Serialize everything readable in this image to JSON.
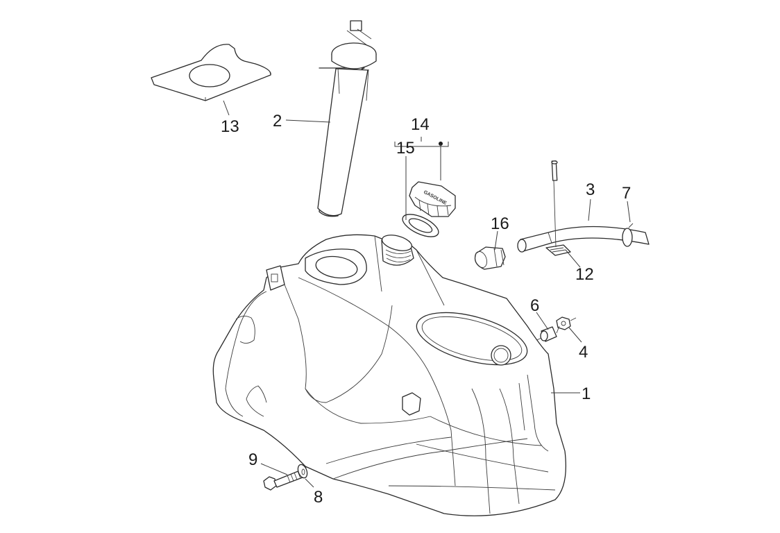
{
  "diagram": {
    "title": "Fuel tank exploded parts diagram",
    "labels": [
      {
        "id": "1",
        "text": "1",
        "part": "fuel-tank"
      },
      {
        "id": "2",
        "text": "2",
        "part": "fuel-level-sender"
      },
      {
        "id": "3",
        "text": "3",
        "part": "breather-hose"
      },
      {
        "id": "4",
        "text": "4",
        "part": "nut"
      },
      {
        "id": "6",
        "text": "6",
        "part": "spacer"
      },
      {
        "id": "7",
        "text": "7",
        "part": "hose-clamp"
      },
      {
        "id": "8",
        "text": "8",
        "part": "washer"
      },
      {
        "id": "9",
        "text": "9",
        "part": "bolt"
      },
      {
        "id": "12",
        "text": "12",
        "part": "hose-bracket"
      },
      {
        "id": "13",
        "text": "13",
        "part": "sender-gasket-plate"
      },
      {
        "id": "14",
        "text": "14",
        "part": "fuel-cap-assembly"
      },
      {
        "id": "15",
        "text": "15",
        "part": "cap-seal-ring"
      },
      {
        "id": "16",
        "text": "16",
        "part": "hose-clip"
      }
    ],
    "cap_marking": "GASOLINE"
  }
}
